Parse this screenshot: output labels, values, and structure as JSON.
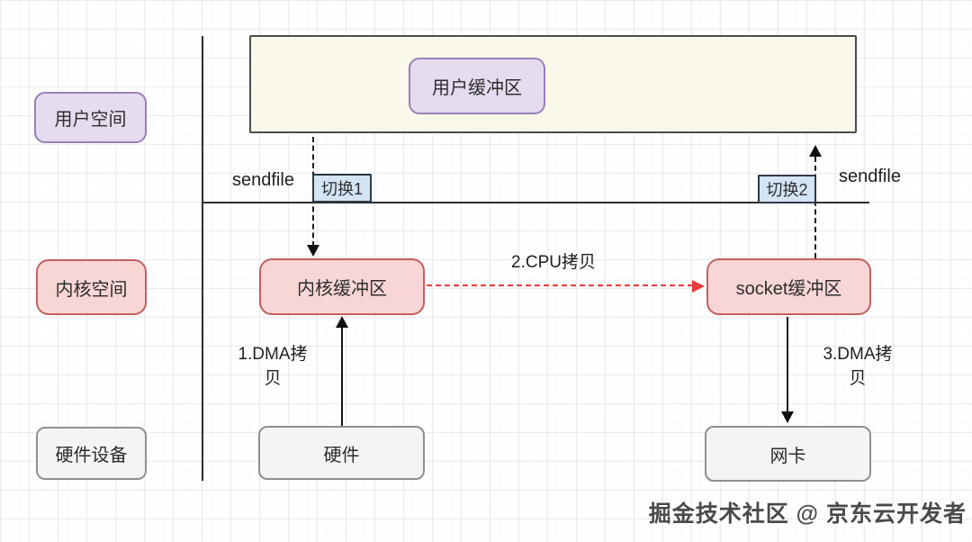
{
  "lanes": {
    "user_space": "用户空间",
    "kernel_space": "内核空间",
    "hardware": "硬件设备"
  },
  "nodes": {
    "user_buffer": "用户缓冲区",
    "kernel_buffer": "内核缓冲区",
    "socket_buffer": "socket缓冲区",
    "hardware": "硬件",
    "nic": "网卡"
  },
  "transitions": {
    "switch1": "切换1",
    "switch2": "切换2",
    "sendfile_enter": "sendfile",
    "sendfile_exit": "sendfile"
  },
  "copies": {
    "dma1": "1.DMA拷贝",
    "cpu2": "2.CPU拷贝",
    "dma3": "3.DMA拷贝"
  },
  "watermark": "掘金技术社区 @ 京东云开发者",
  "colors": {
    "purple_fill": "#e5dcef",
    "purple_border": "#9a7fb8",
    "pink_fill": "#f8d6d6",
    "pink_border": "#c75f5f",
    "gray_fill": "#f4f4f4",
    "gray_border": "#8f8f8f",
    "blue_fill": "#d3e4f5",
    "blue_border": "#2e3b46",
    "cream_fill": "#faf8ea",
    "cream_border": "#4d4d4d",
    "cpu_copy_arrow": "#ea3b3b"
  }
}
